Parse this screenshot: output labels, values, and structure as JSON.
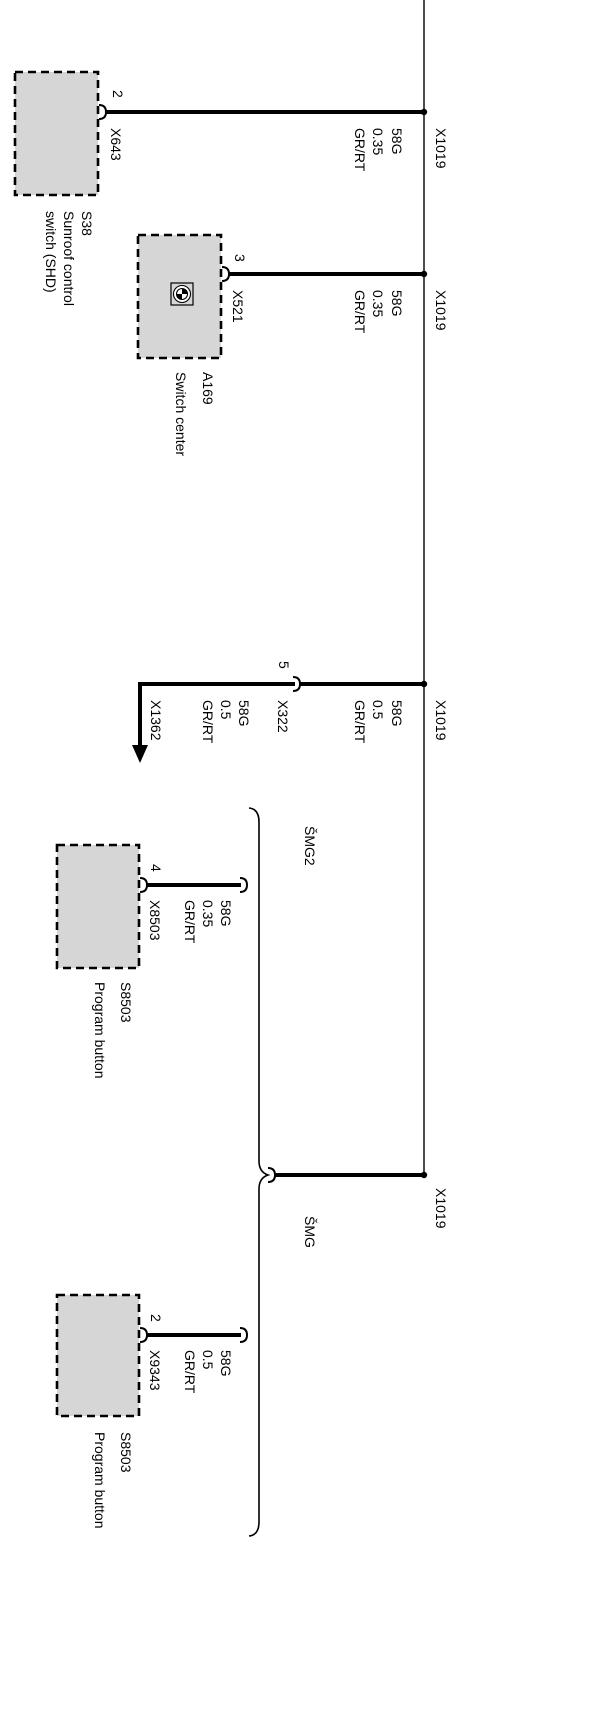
{
  "colors": {
    "line": "#000000",
    "component_fill": "#d6d6d6",
    "background": "#ffffff"
  },
  "branches": [
    {
      "splice": "X1019",
      "wire": {
        "circuit": "58G",
        "cross_section": "0.35",
        "color_code": "GR/RT"
      },
      "pin": "2",
      "connector": "X643",
      "component": {
        "id": "S38",
        "name": [
          "Sunroof control",
          "switch (SHD)"
        ]
      }
    },
    {
      "splice": "X1019",
      "wire": {
        "circuit": "58G",
        "cross_section": "0.35",
        "color_code": "GR/RT"
      },
      "pin": "3",
      "connector": "X521",
      "component": {
        "id": "A169",
        "name": [
          "Switch center"
        ],
        "icon": "bmw-roundel-icon"
      }
    },
    {
      "splice": "X1019",
      "wire": {
        "circuit": "58G",
        "cross_section": "0.5",
        "color_code": "GR/RT"
      },
      "pin": "5",
      "connector": "X322",
      "continuation": {
        "wire": {
          "circuit": "58G",
          "cross_section": "0.5",
          "color_code": "GR/RT"
        },
        "connector": "X1362",
        "icon": "continuation-arrow-down-icon"
      }
    },
    {
      "splice": "X1019",
      "variants": [
        {
          "label": "ŠMG2",
          "wire": {
            "circuit": "58G",
            "cross_section": "0.35",
            "color_code": "GR/RT"
          },
          "pin": "4",
          "connector": "X8503",
          "component": {
            "id": "S8503",
            "name": [
              "Program button"
            ]
          }
        },
        {
          "label": "ŠMG",
          "wire": {
            "circuit": "58G",
            "cross_section": "0.5",
            "color_code": "GR/RT"
          },
          "pin": "2",
          "connector": "X9343",
          "component": {
            "id": "S8503",
            "name": [
              "Program button"
            ]
          }
        }
      ]
    }
  ]
}
